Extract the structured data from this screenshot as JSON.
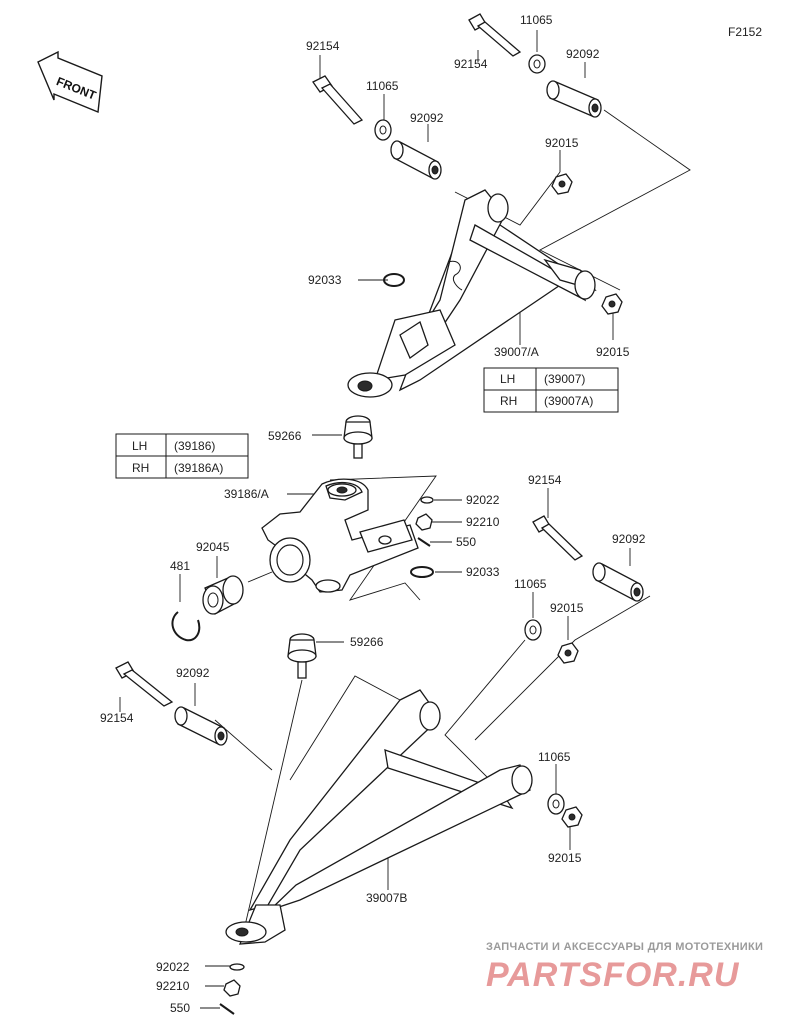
{
  "figure_code": "F2152",
  "front_arrow": "FRONT",
  "labels": {
    "bolt_upper_left": "92154",
    "washer_upper_left": "11065",
    "bushing_upper_left": "92092",
    "bolt_upper_right": "92154",
    "washer_upper_right": "11065",
    "bushing_upper_right": "92092",
    "nut_upper_a": "92015",
    "nut_upper_b": "92015",
    "circlip_upper": "92033",
    "upper_arm": "39007/A",
    "ball_joint_upper": "59266",
    "knuckle": "39186/A",
    "washer_knuckle": "92022",
    "nut_knuckle": "92210",
    "pin_knuckle": "550",
    "circlip_knuckle": "92033",
    "bearing": "92045",
    "snap_ring": "481",
    "ball_joint_lower": "59266",
    "bolt_lower_right": "92154",
    "bushing_lower_right": "92092",
    "washer_lower_right": "11065",
    "nut_lower_right": "92015",
    "bolt_lower_left": "92154",
    "bushing_lower_left": "92092",
    "washer_lower_front": "11065",
    "nut_lower_front": "92015",
    "lower_arm": "39007B",
    "washer_bottom": "92022",
    "nut_bottom": "92210",
    "pin_bottom": "550"
  },
  "tables": {
    "upper_arm": [
      {
        "side": "LH",
        "part": "(39007)"
      },
      {
        "side": "RH",
        "part": "(39007A)"
      }
    ],
    "knuckle": [
      {
        "side": "LH",
        "part": "(39186)"
      },
      {
        "side": "RH",
        "part": "(39186A)"
      }
    ]
  },
  "watermark": {
    "tagline": "ЗАПЧАСТИ И АКСЕССУАРЫ ДЛЯ МОТОТЕХНИКИ",
    "brand": "PARTSFOR.RU"
  }
}
